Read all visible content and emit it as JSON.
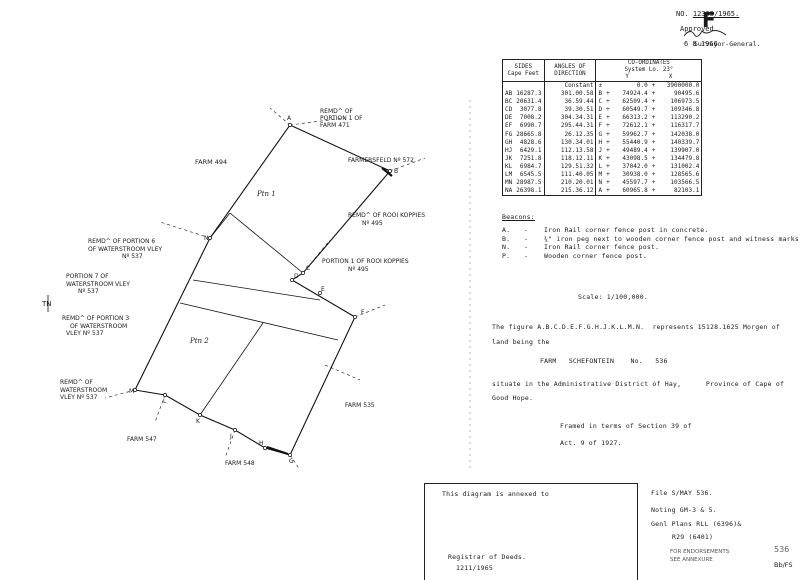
{
  "header": {
    "number_prefix": "NO.",
    "number": "12365/1965.",
    "letter": "F",
    "approved": "Approved.",
    "surveyor_general": "Surveyor-General.",
    "approved_date": "6 8 1966"
  },
  "table": {
    "headers": {
      "sides_title": "SIDES",
      "sides_unit": "Cape Feet",
      "angles_title": "ANGLES OF",
      "angles_sub": "DIRECTION",
      "coords_title": "CO-ORDINATES",
      "coords_sub": "System Lo. 23°",
      "y": "Y",
      "x": "X"
    },
    "constant_row": {
      "label": "Constant",
      "y_sign": "±",
      "y": "0.0",
      "x_sign": "+",
      "x": "3900000.0"
    },
    "rows": [
      {
        "side": "AB",
        "length": "16287.3",
        "angle": "301.00.58",
        "pt": "B",
        "y_sign": "+",
        "y": "74924.4",
        "x_sign": "+",
        "x": "90495.6"
      },
      {
        "side": "BC",
        "length": "20631.4",
        "angle": "36.59.44",
        "pt": "C",
        "y_sign": "+",
        "y": "62509.4",
        "x_sign": "+",
        "x": "106973.5"
      },
      {
        "side": "CD",
        "length": "3077.8",
        "angle": "39.30.51",
        "pt": "D",
        "y_sign": "+",
        "y": "60549.7",
        "x_sign": "+",
        "x": "109346.8"
      },
      {
        "side": "DE",
        "length": "7008.2",
        "angle": "304.34.31",
        "pt": "E",
        "y_sign": "+",
        "y": "66313.2",
        "x_sign": "+",
        "x": "113290.2"
      },
      {
        "side": "EF",
        "length": "6990.7",
        "angle": "295.44.31",
        "pt": "F",
        "y_sign": "+",
        "y": "72612.1",
        "x_sign": "+",
        "x": "116317.7"
      },
      {
        "side": "FG",
        "length": "28665.8",
        "angle": "26.12.35",
        "pt": "G",
        "y_sign": "+",
        "y": "59962.7",
        "x_sign": "+",
        "x": "142038.0"
      },
      {
        "side": "GH",
        "length": "4828.6",
        "angle": "130.34.01",
        "pt": "H",
        "y_sign": "+",
        "y": "55440.9",
        "x_sign": "+",
        "x": "140339.7"
      },
      {
        "side": "HJ",
        "length": "6429.1",
        "angle": "112.13.58",
        "pt": "J",
        "y_sign": "+",
        "y": "49489.4",
        "x_sign": "+",
        "x": "139907.0"
      },
      {
        "side": "JK",
        "length": "7251.8",
        "angle": "118.12.11",
        "pt": "K",
        "y_sign": "+",
        "y": "43098.5",
        "x_sign": "+",
        "x": "134479.8"
      },
      {
        "side": "KL",
        "length": "6984.7",
        "angle": "129.51.32",
        "pt": "L",
        "y_sign": "+",
        "y": "37042.0",
        "x_sign": "+",
        "x": "131002.4"
      },
      {
        "side": "LM",
        "length": "6545.5",
        "angle": "111.40.05",
        "pt": "M",
        "y_sign": "+",
        "y": "30938.0",
        "x_sign": "+",
        "x": "128565.6"
      },
      {
        "side": "MN",
        "length": "28987.5",
        "angle": "210.20.01",
        "pt": "N",
        "y_sign": "+",
        "y": "45597.7",
        "x_sign": "+",
        "x": "103566.5"
      },
      {
        "side": "NA",
        "length": "26398.1",
        "angle": "215.36.12",
        "pt": "A",
        "y_sign": "+",
        "y": "60965.8",
        "x_sign": "+",
        "x": "82103.1"
      }
    ]
  },
  "beacons": {
    "title": "Beacons:",
    "items": [
      {
        "key": "A.",
        "dash": "-",
        "text": "Iron Rail corner fence post in concrete."
      },
      {
        "key": "B.",
        "dash": "-",
        "text": "¾\" iron peg next to wooden corner fence post and witness marks."
      },
      {
        "key": "N.",
        "dash": "-",
        "text": "Iron Rail corner fence post."
      },
      {
        "key": "P.",
        "dash": "-",
        "text": "Wooden corner fence post."
      }
    ]
  },
  "scale": "Scale: 1/100,000.",
  "description": {
    "line1_a": "The figure A.B.C.D.E.F.G.H.J.K.L.M.N.",
    "line1_b": "represents 15128.1625 Morgen of",
    "line2": "land being the",
    "farm_label": "FARM",
    "farm_name": "SCHEFONTEIN",
    "farm_no_label": "No.",
    "farm_no": "536",
    "line4_a": "situate in the Administrative District of Hay,",
    "line4_b": "Province of Cape of",
    "line5": "Good Hope.",
    "framed1": "Framed in terms of Section 39 of",
    "framed2": "Act. 9 of 1927."
  },
  "footer": {
    "annexed": "This diagram is annexed to",
    "registrar": "Registrar of Deeds.",
    "registrar_date": "1211/1965",
    "file": "File S/MAY 536.",
    "noting": "Noting GM-3 & 5.",
    "genl_plans_a": "Genl Plans RLL (6396)&",
    "genl_plans_b": "R29 (6401)",
    "stamp1": "FOR ENDORSEMENTS",
    "stamp2": "SEE ANNEXURE",
    "sheet_no": "536",
    "sheet_code": "Bb/FS"
  },
  "map": {
    "north": "TN",
    "points": [
      "A",
      "B",
      "C",
      "D",
      "E",
      "F",
      "G",
      "H",
      "J",
      "K",
      "L",
      "M",
      "N"
    ],
    "labels": {
      "rem_farm471_1": "REMD^ OF",
      "rem_farm471_2": "PORTION 1 OF",
      "rem_farm471_3": "FARM 471",
      "farm494": "FARM 494",
      "farmersfeld": "FARMERSFELD  Nº 572",
      "ptn1": "Ptn 1",
      "rem_rooi_1": "REMD^ OF ROOI KOPPIES",
      "rem_rooi_2": "Nº 495",
      "rem_ptn6_1": "REMD^ OF PORTION 6",
      "rem_ptn6_2": "OF WATERSTROOM VLEY",
      "rem_ptn6_3": "Nº 537",
      "ptn1_rooi_1": "PORTION 1 OF ROOI KOPPIES",
      "ptn1_rooi_2": "Nº 495",
      "ptn7_1": "PORTION 7 OF",
      "ptn7_2": "WATERSTROOM  VLEY",
      "ptn7_3": "Nº 537",
      "rem_ptn3_1": "REMD^ OF PORTION 3",
      "rem_ptn3_2": "OF WATERSTROOM",
      "rem_ptn3_3": "VLEY  Nº 537",
      "ptn2": "Ptn 2",
      "rem_wv_1": "REMD^ OF",
      "rem_wv_2": "WATERSTROOM",
      "rem_wv_3": "VLEY  Nº 537",
      "farm535": "FARM 535",
      "farm547": "FARM 547",
      "farm548": "FARM 548"
    }
  }
}
